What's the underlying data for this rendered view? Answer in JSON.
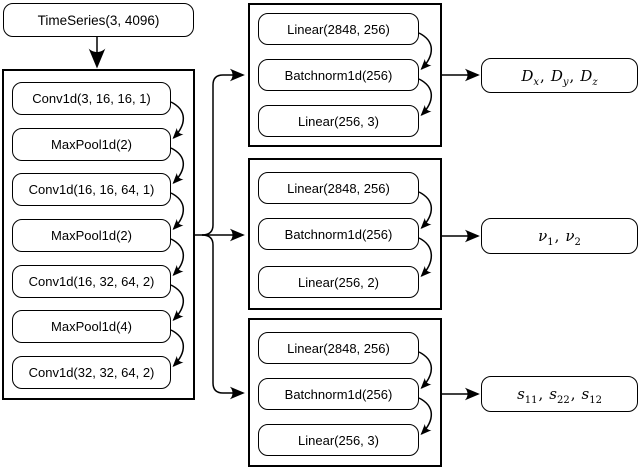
{
  "diagram": {
    "input_label": "TimeSeries(3, 4096)",
    "cnn_layers": [
      "Conv1d(3, 16, 16, 1)",
      "MaxPool1d(2)",
      "Conv1d(16, 16, 64, 1)",
      "MaxPool1d(2)",
      "Conv1d(16, 32, 64, 2)",
      "MaxPool1d(4)",
      "Conv1d(32, 32, 64, 2)"
    ],
    "heads": [
      {
        "layers": [
          "Linear(2848, 256)",
          "Batchnorm1d(256)",
          "Linear(256, 3)"
        ]
      },
      {
        "layers": [
          "Linear(2848, 256)",
          "Batchnorm1d(256)",
          "Linear(256, 2)"
        ]
      },
      {
        "layers": [
          "Linear(2848, 256)",
          "Batchnorm1d(256)",
          "Linear(256, 3)"
        ]
      }
    ],
    "outputs": [
      {
        "terms": [
          {
            "base": "D",
            "sub": "x"
          },
          {
            "base": "D",
            "sub": "y"
          },
          {
            "base": "D",
            "sub": "z"
          }
        ]
      },
      {
        "terms": [
          {
            "base": "ν",
            "sub": "1"
          },
          {
            "base": "ν",
            "sub": "2"
          }
        ]
      },
      {
        "terms": [
          {
            "base": "s",
            "sub": "11"
          },
          {
            "base": "s",
            "sub": "22"
          },
          {
            "base": "s",
            "sub": "12"
          }
        ]
      }
    ],
    "separator": ",",
    "colors": {
      "stroke": "#000000",
      "box_fill": "#ffffff",
      "background": "#ffffff"
    }
  }
}
